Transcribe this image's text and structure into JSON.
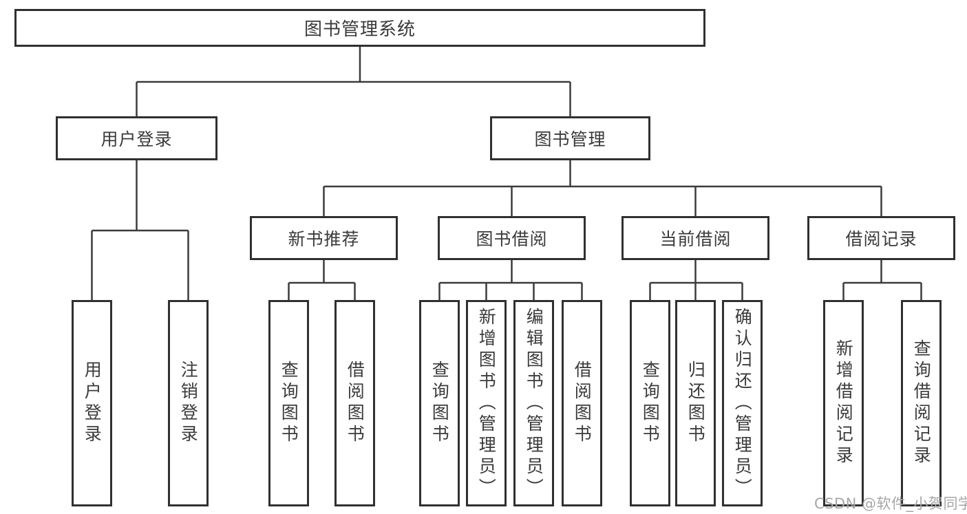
{
  "tree": {
    "label": "图书管理系统",
    "children": [
      {
        "label": "用户登录",
        "children": [
          {
            "label": "用户登录"
          },
          {
            "label": "注销登录"
          }
        ]
      },
      {
        "label": "图书管理",
        "children": [
          {
            "label": "新书推荐",
            "children": [
              {
                "label": "查询图书"
              },
              {
                "label": "借阅图书"
              }
            ]
          },
          {
            "label": "图书借阅",
            "children": [
              {
                "label": "查询图书"
              },
              {
                "label": "新增图书（管理员）"
              },
              {
                "label": "编辑图书（管理员）"
              },
              {
                "label": "借阅图书"
              }
            ]
          },
          {
            "label": "当前借阅",
            "children": [
              {
                "label": "查询图书"
              },
              {
                "label": "归还图书"
              },
              {
                "label": "确认归还（管理员）"
              }
            ]
          },
          {
            "label": "借阅记录",
            "children": [
              {
                "label": "新增借阅记录"
              },
              {
                "label": "查询借阅记录"
              }
            ]
          }
        ]
      }
    ]
  },
  "watermark": {
    "text": "CSDN @软件_小贺同学",
    "color": "#a6a6a6"
  },
  "colors": {
    "line": "#3b3b3b",
    "box_border": "#303030",
    "box_fill": "#ffffff",
    "text": "#3a3a3a"
  }
}
